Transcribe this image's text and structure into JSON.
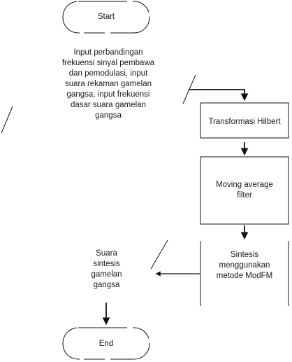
{
  "diagram": {
    "start_label": "Start",
    "input_label": "Input perbandingan\nfrekuensi sinyal pembawa\ndan pemodulasi, input\nsuara rekaman gamelan\ngangsa, input frekuensi\ndasar suara gamelan\ngangsa",
    "hilbert_label": "Transformasi Hilbert",
    "filter_label": "Moving average\nfilter",
    "synthesis_label": "Sintesis\nmenggunakan\nmetode ModFM",
    "output_label": "Suara\nsintesis\ngamelan\ngangsa",
    "end_label": "End"
  },
  "colors": {
    "stroke": "#111111",
    "text": "#1a1a1a"
  }
}
